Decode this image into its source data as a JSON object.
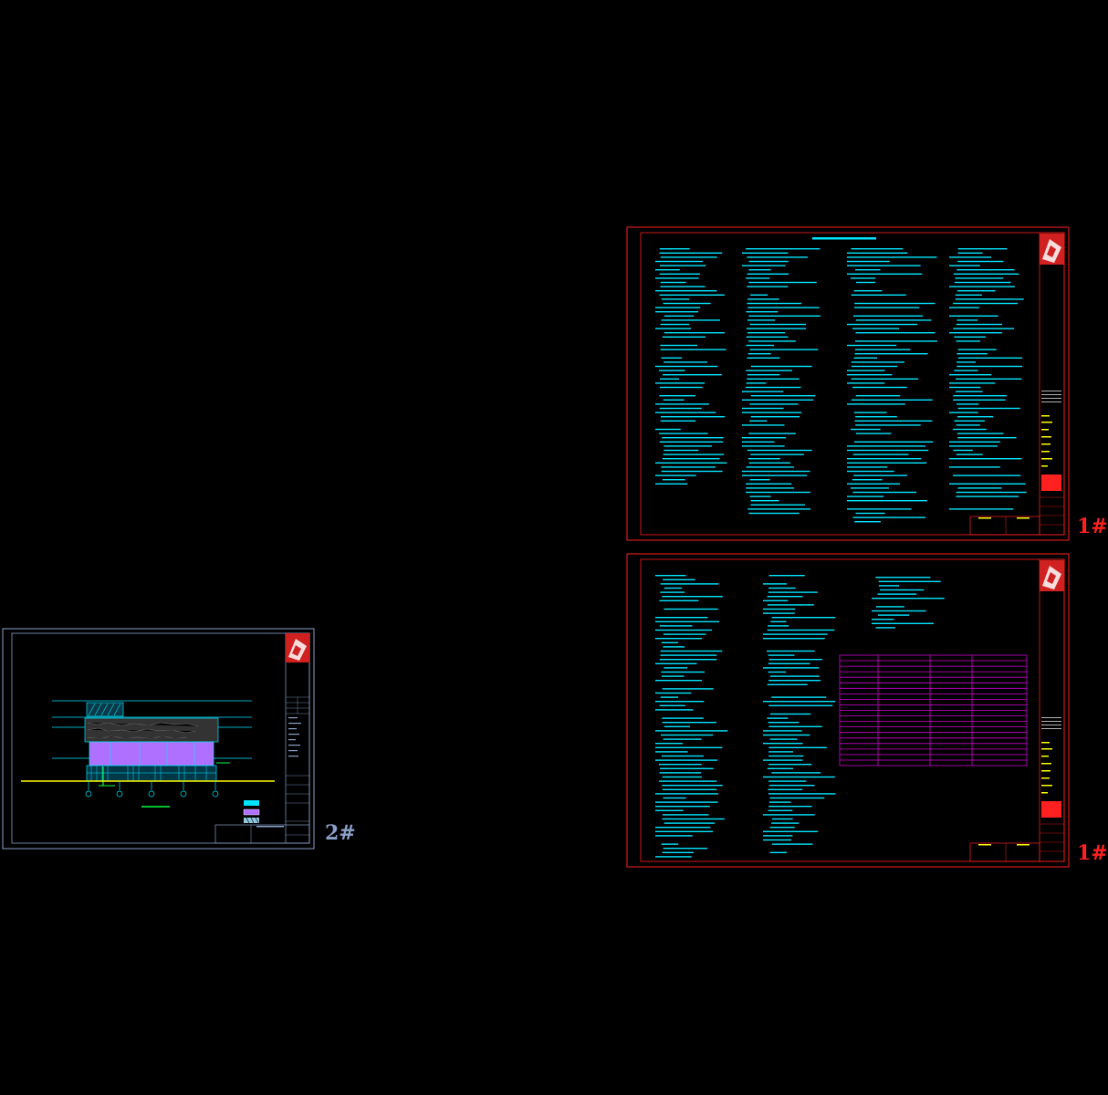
{
  "colors": {
    "background": "#000000",
    "sheet_border_2": "#8aa0c8",
    "sheet_border_1": "#ff2020",
    "text_cyan": "#00e5ff",
    "table_magenta": "#d000d0",
    "ground_yellow": "#ffff00",
    "facade_purple": "#b070ff",
    "accent_green": "#00ff40",
    "logo_red": "#d02020"
  },
  "sheets": {
    "sheet2": {
      "label": "2#",
      "content": "elevation-drawing"
    },
    "sheet1_top": {
      "label": "1#",
      "content": "design-notes"
    },
    "sheet1_bottom": {
      "label": "1#",
      "content": "design-notes-with-table"
    }
  },
  "notes_table": {
    "rows": 20,
    "columns": 4
  }
}
